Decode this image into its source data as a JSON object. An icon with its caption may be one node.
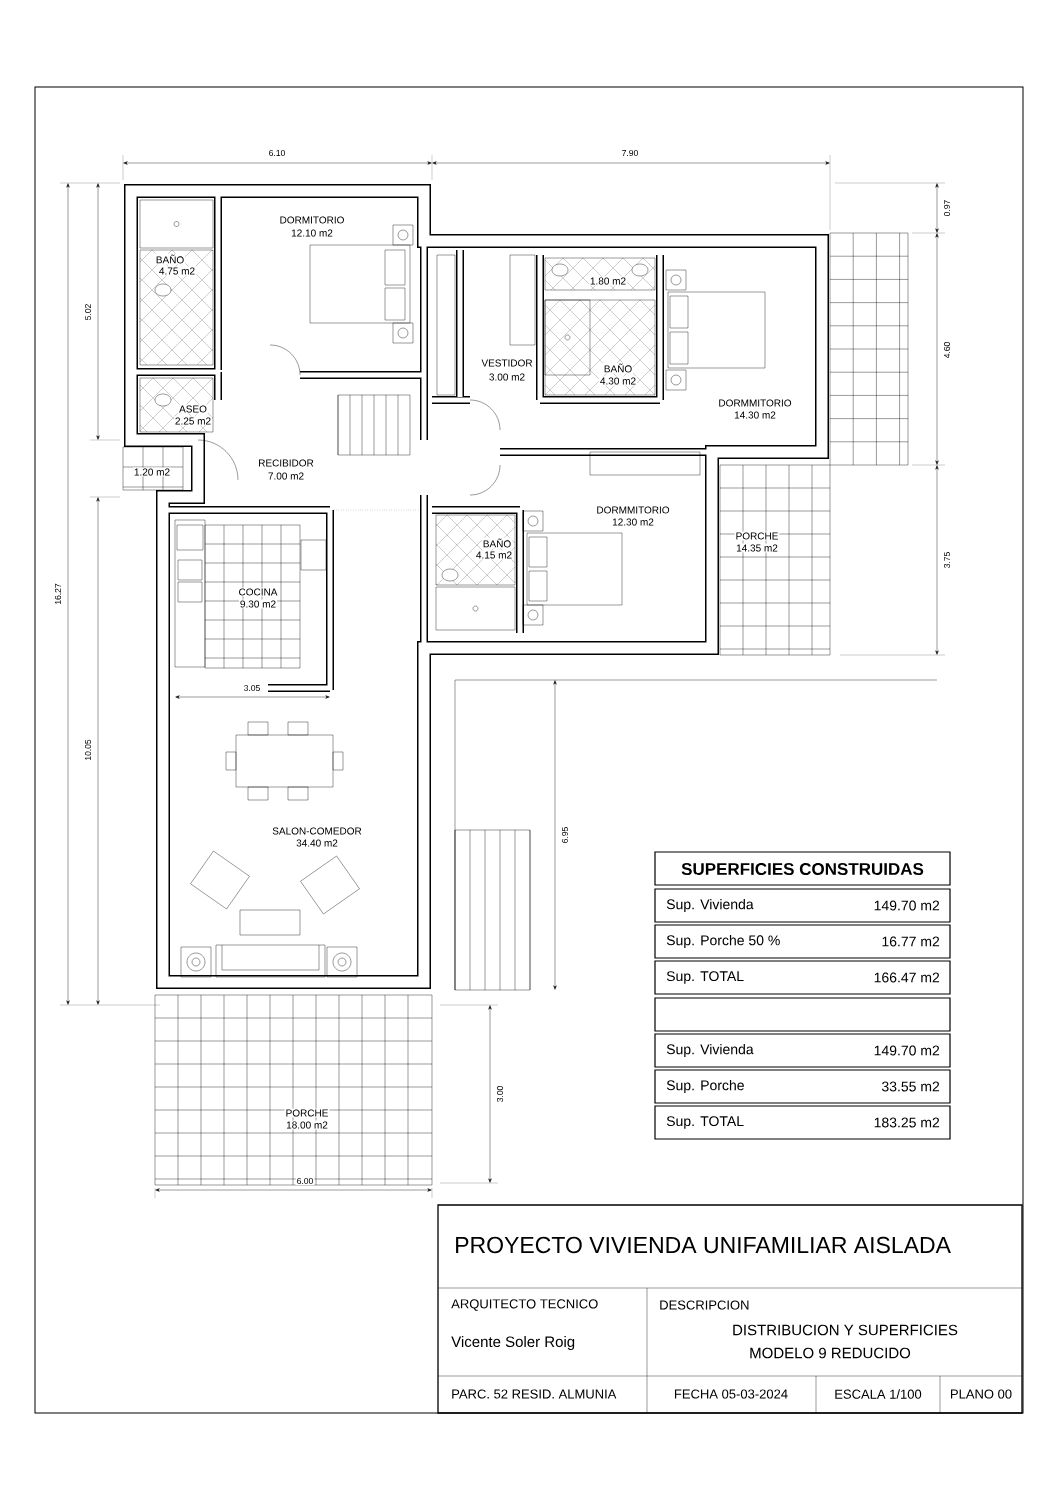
{
  "diagram": {
    "labels": [
      "6.10",
      "7.90",
      "0.97",
      "DORMITORIO",
      "12.10 m2",
      "5.02",
      "BAÑO",
      "4.75 m2",
      "1.80 m2",
      "4.60",
      "VESTIDOR",
      "3.00 m2",
      "BAÑO",
      "4.30 m2",
      "ASEO",
      "2.25 m2",
      "DORMMITORIO",
      "14.30 m2",
      "RECIBIDOR",
      "7.00 m2",
      "1.20 m2",
      "DORMMITORIO",
      "12.30 m2",
      "BAÑO",
      "4.15 m2",
      "PORCHE",
      "14.35 m2",
      "16.27",
      "COCINA",
      "9.30 m2",
      "3.75",
      "3.05",
      "10.05",
      "SALON-COMEDOR",
      "34.40 m2",
      "6.95",
      "SUPERFICIES CONSTRUIDAS",
      "Sup. Vivienda",
      "149.70 m2",
      "Sup. Porche 50 %",
      "16.77 m2",
      "Sup. TOTAL",
      "166.47 m2",
      "Sup. Vivienda",
      "149.70 m2",
      "Sup. Porche",
      "33.55 m2",
      "Sup. TOTAL",
      "183.25 m2",
      "3.00",
      "PORCHE",
      "18.00 m2",
      "6.00",
      "PROYECTO VIVIENDA UNIFAMILIAR AISLADA",
      "ARQUITECTO TECNICO",
      "Vicente Soler Roig",
      "DESCRIPCION",
      "DISTRIBUCION Y SUPERFICIES",
      "MODELO 9 REDUCIDO",
      "PARC. 52 RESID. ALMUNIA",
      "FECHA 05-03-2024",
      "ESCALA 1/100",
      "PLANO 00"
    ]
  }
}
